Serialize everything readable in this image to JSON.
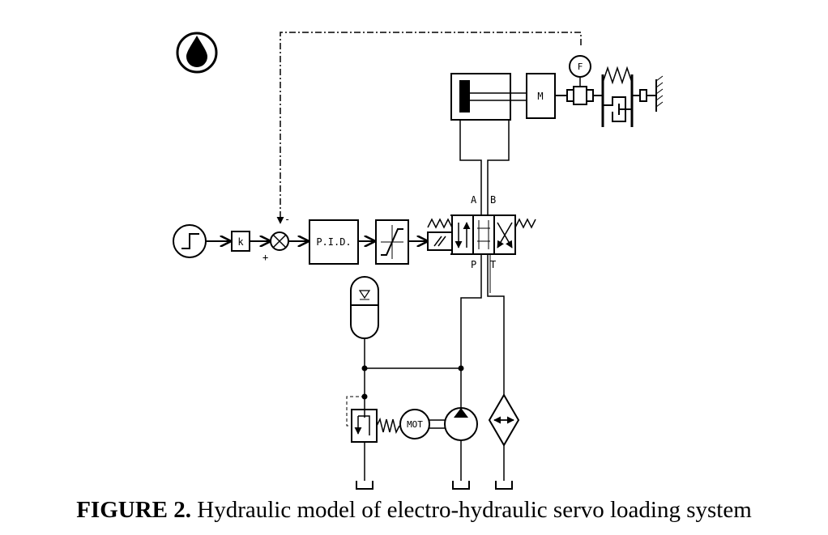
{
  "figure": {
    "caption_label": "FIGURE 2.",
    "caption_text": "Hydraulic model of electro-hydraulic servo loading system"
  },
  "blocks": {
    "gain": "k",
    "controller": "P.I.D.",
    "motor": "MOT",
    "mass": "M",
    "force_sensor": "F"
  },
  "signs": {
    "minus": "-",
    "plus": "+"
  },
  "ports": {
    "a": "A",
    "b": "B",
    "p": "P",
    "t": "T"
  },
  "icons": {
    "hydraulic_library": "oil-drop-icon",
    "step_source": "step-input-icon",
    "saturation": "saturation-icon",
    "filter": "filter-icon",
    "tank": "tank-icon"
  }
}
